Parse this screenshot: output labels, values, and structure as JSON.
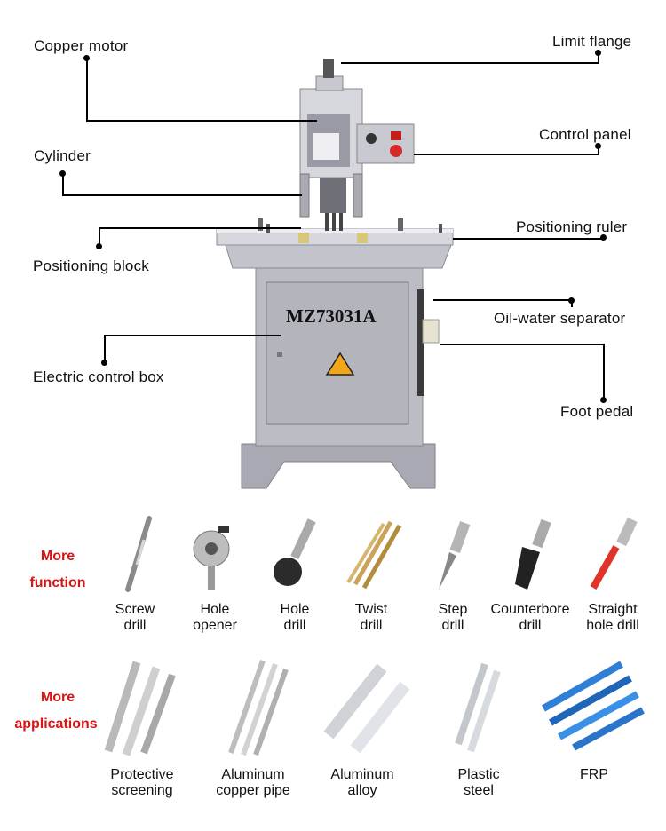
{
  "callouts": {
    "copper_motor": "Copper motor",
    "limit_flange": "Limit flange",
    "cylinder": "Cylinder",
    "control_panel": "Control panel",
    "positioning_ruler": "Positioning ruler",
    "positioning_block": "Positioning block",
    "oil_water_separator": "Oil-water separator",
    "electric_control_box": "Electric control box",
    "foot_pedal": "Foot pedal"
  },
  "machine": {
    "model": "MZ73031A"
  },
  "functions": {
    "heading": [
      "More",
      "function"
    ],
    "items": [
      {
        "line1": "Screw",
        "line2": "drill"
      },
      {
        "line1": "Hole",
        "line2": "opener"
      },
      {
        "line1": "Hole",
        "line2": "drill"
      },
      {
        "line1": "Twist",
        "line2": "drill"
      },
      {
        "line1": "Step",
        "line2": "drill"
      },
      {
        "line1": "Counterbore",
        "line2": "drill"
      },
      {
        "line1": "Straight",
        "line2": "hole drill"
      }
    ]
  },
  "applications": {
    "heading": [
      "More",
      "applications"
    ],
    "items": [
      {
        "line1": "Protective",
        "line2": "screening"
      },
      {
        "line1": "Aluminum",
        "line2": "copper pipe"
      },
      {
        "line1": "Aluminum",
        "line2": "alloy"
      },
      {
        "line1": "Plastic",
        "line2": "steel"
      },
      {
        "line1": "FRP",
        "line2": ""
      }
    ]
  },
  "colors": {
    "accent_red": "#d81414",
    "machine_gray": "#b9b9c2",
    "frp_blue": "#2f7fd6"
  }
}
